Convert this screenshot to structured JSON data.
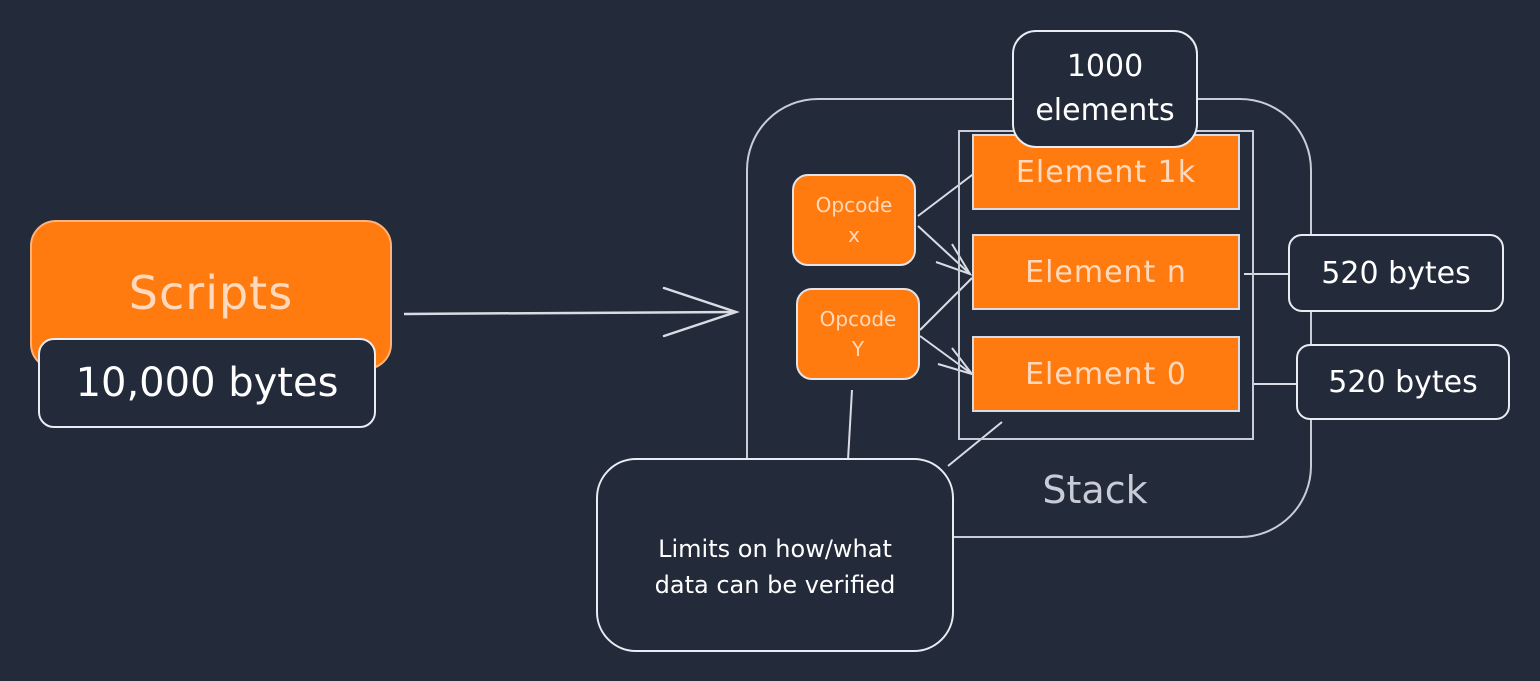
{
  "scripts": {
    "label": "Scripts",
    "size": "10,000 bytes"
  },
  "stack": {
    "label": "Stack",
    "capacity_line1": "1000",
    "capacity_line2": "elements",
    "elements": [
      "Element 1k",
      "Element n",
      "Element 0"
    ]
  },
  "opcodes": {
    "x_line1": "Opcode",
    "x_line2": "x",
    "y_line1": "Opcode",
    "y_line2": "Y"
  },
  "element_sizes": {
    "n": "520 bytes",
    "zero": "520 bytes"
  },
  "limits": {
    "line1": "Limits on how/what",
    "line2": "data can be verified"
  },
  "colors": {
    "background": "#232a3a",
    "accent": "#ff7b0f",
    "stroke": "#e9ecf2"
  }
}
